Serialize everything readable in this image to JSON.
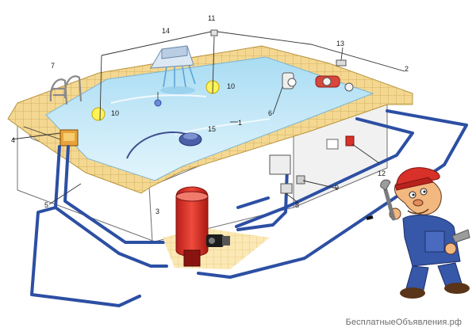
{
  "diagram": {
    "callouts": [
      "1",
      "2",
      "3",
      "4",
      "5",
      "6",
      "7",
      "8",
      "9",
      "10",
      "10",
      "11",
      "12",
      "13",
      "14",
      "15"
    ]
  },
  "watermark": "БесплатныеОбъявления.рф",
  "colors": {
    "water": "#bfe6f7",
    "tile": "#f4d892",
    "pipe": "#2c4fa3",
    "filter": "#d8312a",
    "lamp": "#fff35a"
  },
  "icons": [
    "pool-ladder-icon",
    "waterfall-icon",
    "sand-filter-icon",
    "pump-icon",
    "lamp-icon",
    "plumber-mascot-icon",
    "wrench-icon",
    "pool-cleaner-icon"
  ]
}
